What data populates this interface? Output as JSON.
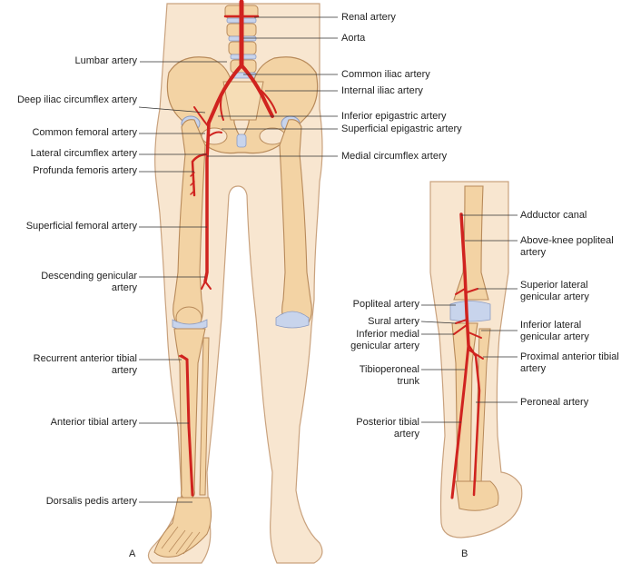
{
  "panel_a": {
    "letter": "A",
    "left_labels": [
      {
        "id": "lumbar-artery",
        "text": "Lumbar artery"
      },
      {
        "id": "deep-iliac-circumflex-artery",
        "text": "Deep iliac circumflex artery"
      },
      {
        "id": "common-femoral-artery",
        "text": "Common femoral artery"
      },
      {
        "id": "lateral-circumflex-artery",
        "text": "Lateral circumflex artery"
      },
      {
        "id": "profunda-femoris-artery",
        "text": "Profunda femoris artery"
      },
      {
        "id": "superficial-femoral-artery",
        "text": "Superficial femoral artery"
      },
      {
        "id": "descending-genicular-artery",
        "text": "Descending genicular artery"
      },
      {
        "id": "recurrent-anterior-tibial-artery",
        "text": "Recurrent anterior tibial artery"
      },
      {
        "id": "anterior-tibial-artery",
        "text": "Anterior tibial artery"
      },
      {
        "id": "dorsalis-pedis-artery",
        "text": "Dorsalis pedis artery"
      }
    ],
    "right_labels": [
      {
        "id": "renal-artery",
        "text": "Renal artery"
      },
      {
        "id": "aorta",
        "text": "Aorta"
      },
      {
        "id": "common-iliac-artery",
        "text": "Common iliac artery"
      },
      {
        "id": "internal-iliac-artery",
        "text": "Internal iliac artery"
      },
      {
        "id": "inferior-epigastric-artery",
        "text": "Inferior epigastric artery"
      },
      {
        "id": "superficial-epigastric-artery",
        "text": "Superficial epigastric artery"
      },
      {
        "id": "medial-circumflex-artery",
        "text": "Medial circumflex artery"
      }
    ]
  },
  "panel_b": {
    "letter": "B",
    "left_labels": [
      {
        "id": "popliteal-artery",
        "text": "Popliteal artery"
      },
      {
        "id": "sural-artery",
        "text": "Sural artery"
      },
      {
        "id": "inferior-medial-genicular-artery",
        "text": "Inferior medial genicular artery"
      },
      {
        "id": "tibioperoneal-trunk",
        "text": "Tibioperoneal trunk"
      },
      {
        "id": "posterior-tibial-artery",
        "text": "Posterior tibial artery"
      }
    ],
    "right_labels": [
      {
        "id": "adductor-canal",
        "text": "Adductor canal"
      },
      {
        "id": "above-knee-popliteal-artery",
        "text": "Above-knee popliteal artery"
      },
      {
        "id": "superior-lateral-genicular-artery",
        "text": "Superior lateral genicular artery"
      },
      {
        "id": "inferior-lateral-genicular-artery",
        "text": "Inferior lateral genicular artery"
      },
      {
        "id": "proximal-anterior-tibial-artery",
        "text": "Proximal anterior tibial artery"
      },
      {
        "id": "peroneal-artery",
        "text": "Peroneal artery"
      }
    ]
  },
  "colors": {
    "skin": "#f8e6d0",
    "skin_outline": "#c9a27e",
    "bone": "#f3d3a4",
    "bone_outline": "#b88a5a",
    "cartilage": "#c8d4ec",
    "artery": "#d0231f",
    "leader": "#333333",
    "text": "#222222"
  }
}
